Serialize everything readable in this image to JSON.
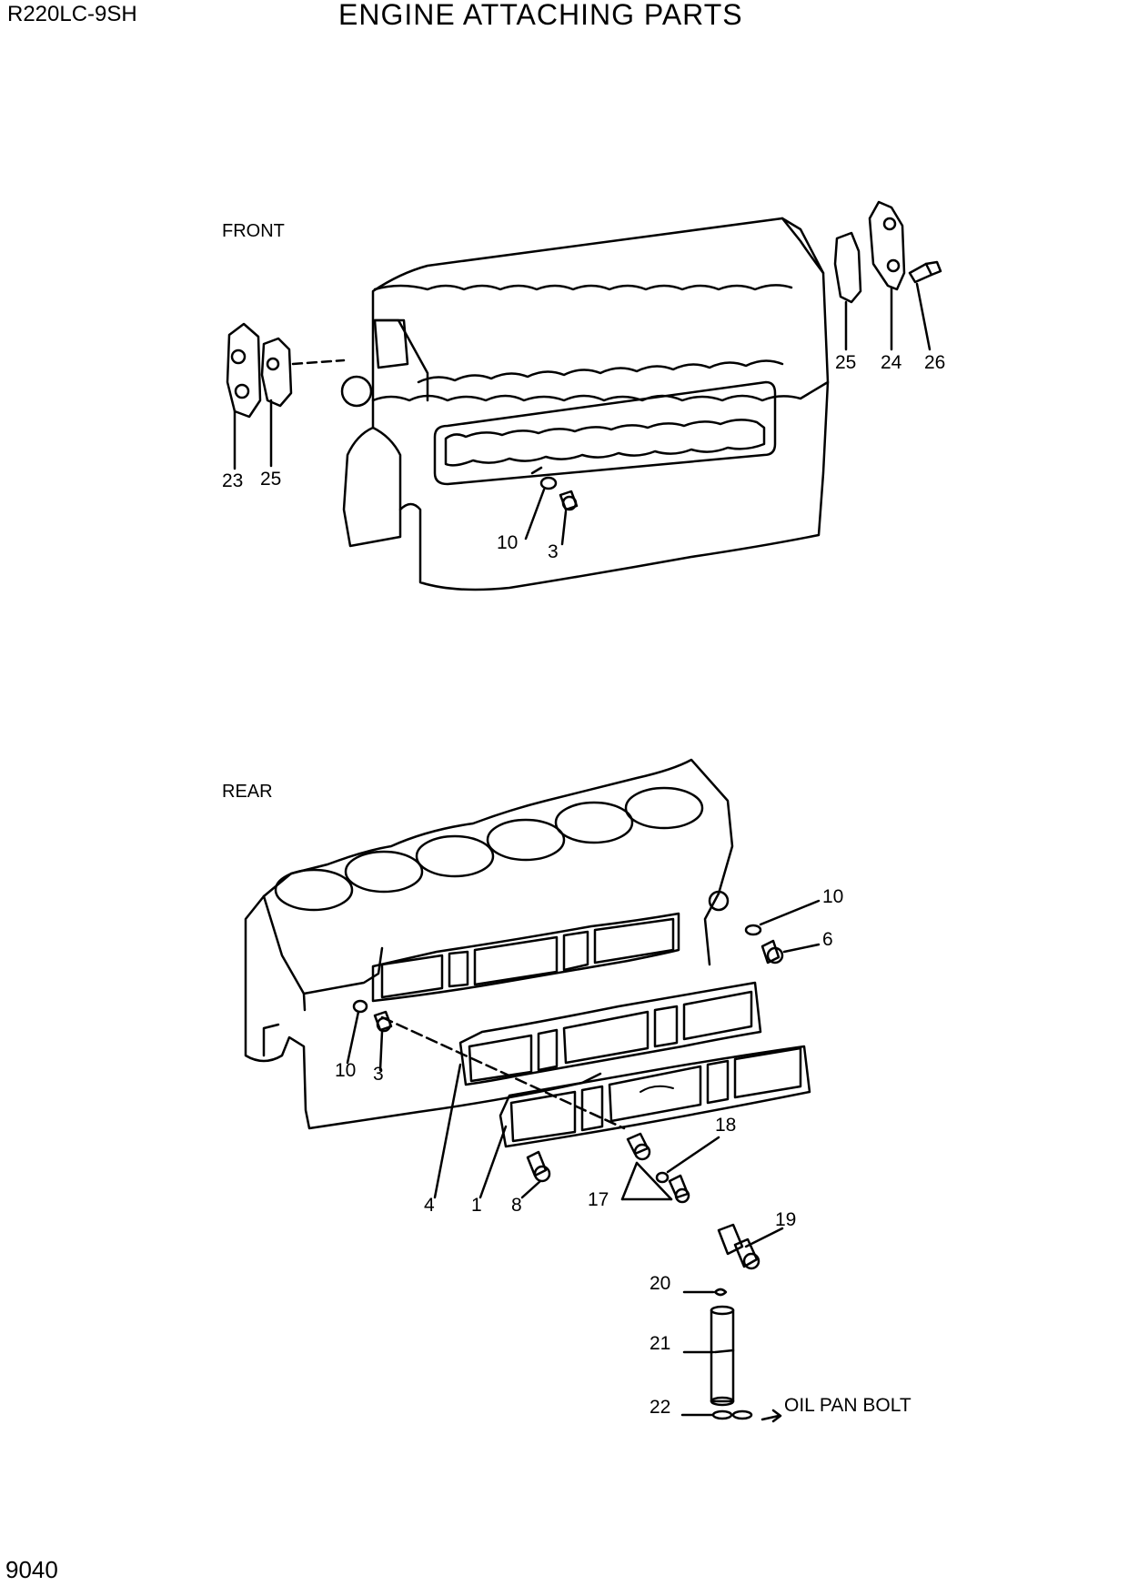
{
  "header": {
    "model": "R220LC-9SH",
    "title": "ENGINE ATTACHING PARTS"
  },
  "footer": {
    "page_number": "9040"
  },
  "front": {
    "view_label": "FRONT",
    "callouts": [
      "23",
      "25",
      "25",
      "24",
      "26",
      "10",
      "3"
    ]
  },
  "rear": {
    "view_label": "REAR",
    "callouts": [
      "10",
      "6",
      "10",
      "3",
      "4",
      "1",
      "8",
      "17",
      "18",
      "19",
      "20",
      "21",
      "22"
    ],
    "oil_pan_note": "OIL PAN BOLT"
  }
}
